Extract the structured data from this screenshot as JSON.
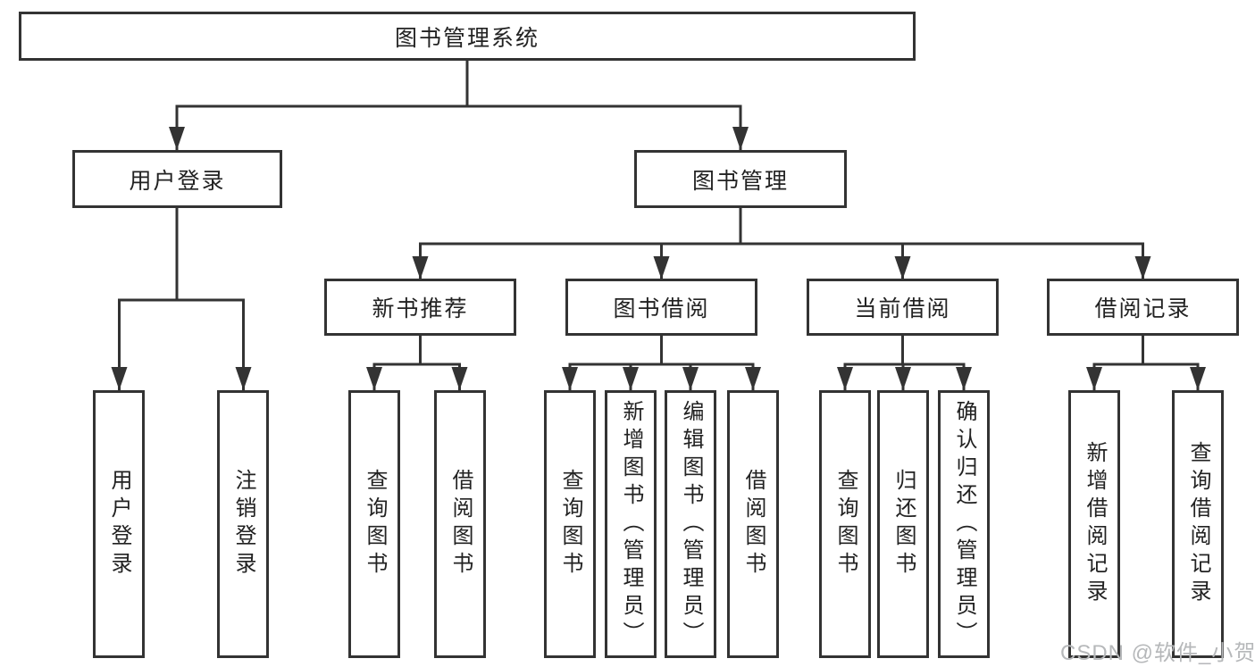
{
  "tree": {
    "root": {
      "label": "图书管理系统"
    },
    "branches": [
      {
        "label": "用户登录",
        "children": [
          {
            "label": "用户登录"
          },
          {
            "label": "注销登录"
          }
        ]
      },
      {
        "label": "图书管理",
        "children": [
          {
            "label": "新书推荐",
            "children": [
              {
                "label": "查询图书"
              },
              {
                "label": "借阅图书"
              }
            ]
          },
          {
            "label": "图书借阅",
            "children": [
              {
                "label": "查询图书"
              },
              {
                "label": "新增图书（管理员）"
              },
              {
                "label": "编辑图书（管理员）"
              },
              {
                "label": "借阅图书"
              }
            ]
          },
          {
            "label": "当前借阅",
            "children": [
              {
                "label": "查询图书"
              },
              {
                "label": "归还图书"
              },
              {
                "label": "确认归还（管理员）"
              }
            ]
          },
          {
            "label": "借阅记录",
            "children": [
              {
                "label": "新增借阅记录"
              },
              {
                "label": "查询借阅记录"
              }
            ]
          }
        ]
      }
    ]
  },
  "watermark": {
    "text": "CSDN @软件_小贺同学"
  },
  "colors": {
    "line": "#333333",
    "text": "#222222",
    "box_background": "#ffffff",
    "watermark": "#b6b8ba",
    "page_background": "#ffffff"
  }
}
